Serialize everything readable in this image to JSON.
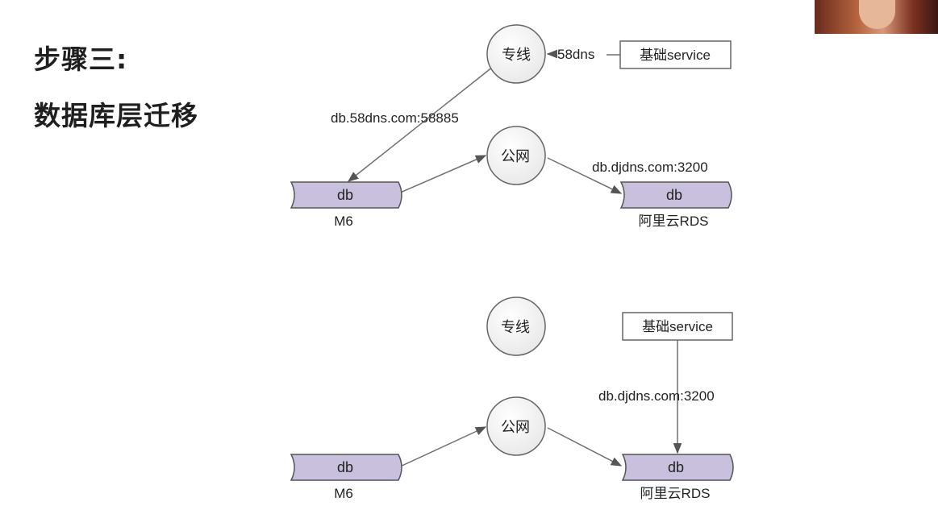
{
  "heading": {
    "line1": "步骤三:",
    "line2": "数据库层迁移"
  },
  "diagram_top": {
    "node_zhuanxian": "专线",
    "node_gongwang": "公网",
    "box_service": "基础service",
    "edge_58dns": "58dns",
    "edge_db58": "db.58dns.com:58885",
    "edge_djdns": "db.djdns.com:3200",
    "db_left": "db",
    "db_left_caption": "M6",
    "db_right": "db",
    "db_right_caption": "阿里云RDS"
  },
  "diagram_bottom": {
    "node_zhuanxian": "专线",
    "node_gongwang": "公网",
    "box_service": "基础service",
    "edge_djdns": "db.djdns.com:3200",
    "db_left": "db",
    "db_left_caption": "M6",
    "db_right": "db",
    "db_right_caption": "阿里云RDS"
  },
  "colors": {
    "db_fill": "#c8c0dc",
    "line": "#707070"
  }
}
